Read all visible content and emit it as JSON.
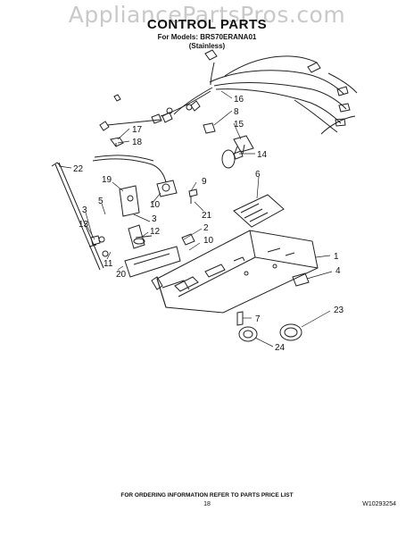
{
  "watermark": "AppliancePartsPros.com",
  "header": {
    "title": "CONTROL PARTS",
    "models": "For Models: BRS70ERANA01",
    "variant": "(Stainless)"
  },
  "callouts": [
    "16",
    "8",
    "15",
    "17",
    "18",
    "14",
    "22",
    "6",
    "19",
    "9",
    "5",
    "10",
    "21",
    "3",
    "3",
    "13",
    "12",
    "2",
    "10",
    "1",
    "11",
    "20",
    "4",
    "7",
    "23",
    "24"
  ],
  "footer": {
    "ordering_note": "FOR ORDERING INFORMATION REFER TO PARTS PRICE LIST",
    "page_number": "18",
    "document_number": "W10293254"
  }
}
